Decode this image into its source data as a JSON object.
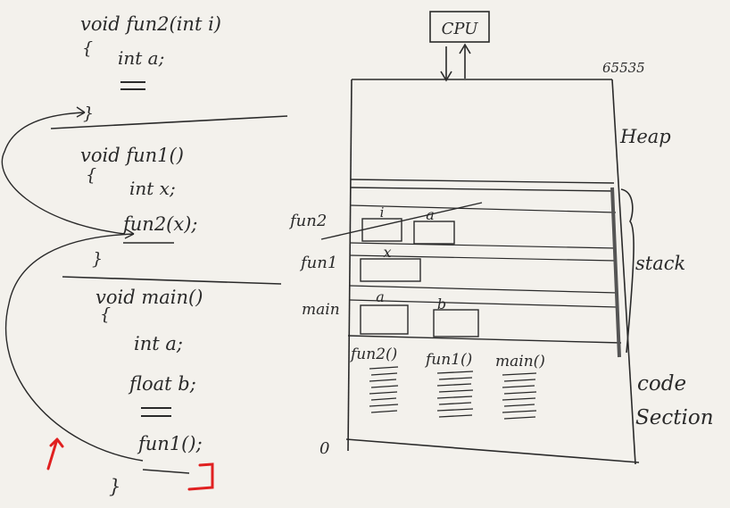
{
  "code": {
    "lines": [
      "void  fun2(int i)",
      "{",
      "int a;",
      "void  fun1()",
      "{",
      "int x;",
      "fun2(x);",
      "}",
      "void  main()",
      "{",
      "int a;",
      "float  b;",
      "fun1();",
      "}",
      "}"
    ]
  },
  "memory": {
    "cpu_label": "CPU",
    "top_address": "65535",
    "bottom_address": "0",
    "section_labels": {
      "heap": "Heap",
      "stack": "stack",
      "code": "code",
      "code2": "Section"
    },
    "frame_labels": {
      "fun2": "fun2",
      "fun1": "fun1",
      "main": "main"
    },
    "var_labels": {
      "fun2_i": "i",
      "fun2_a": "a",
      "fun1_x": "x",
      "main_a": "a",
      "main_b": "b"
    },
    "code_functions": [
      "fun2()",
      "fun1()",
      "main()"
    ]
  },
  "colors": {
    "ink": "#2a2a2a",
    "marker_red": "#e02020",
    "board": "#f3f1ec"
  }
}
